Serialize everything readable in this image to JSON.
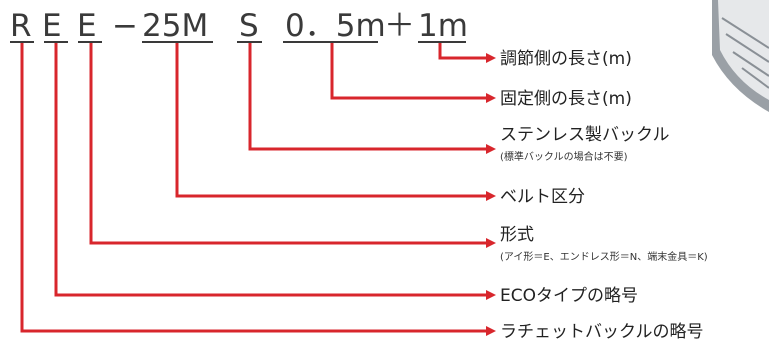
{
  "model_code": {
    "parts": [
      "R",
      "E",
      "E",
      "−",
      "25M",
      "S",
      "0．5m",
      "＋",
      "1m"
    ]
  },
  "callouts": [
    {
      "label": "調節側の長さ(m)",
      "note": ""
    },
    {
      "label": "固定側の長さ(m)",
      "note": ""
    },
    {
      "label": "ステンレス製バックル",
      "note": "(標準バックルの場合は不要)"
    },
    {
      "label": "ベルト区分",
      "note": ""
    },
    {
      "label": "形式",
      "note": "(アイ形＝E、エンドレス形＝N、端末金具＝K)"
    },
    {
      "label": "ECOタイプの略号",
      "note": ""
    },
    {
      "label": "ラチェットバックルの略号",
      "note": ""
    }
  ],
  "colors": {
    "leader": "#d8262c",
    "text": "#222222",
    "code": "#3a3a3a"
  }
}
